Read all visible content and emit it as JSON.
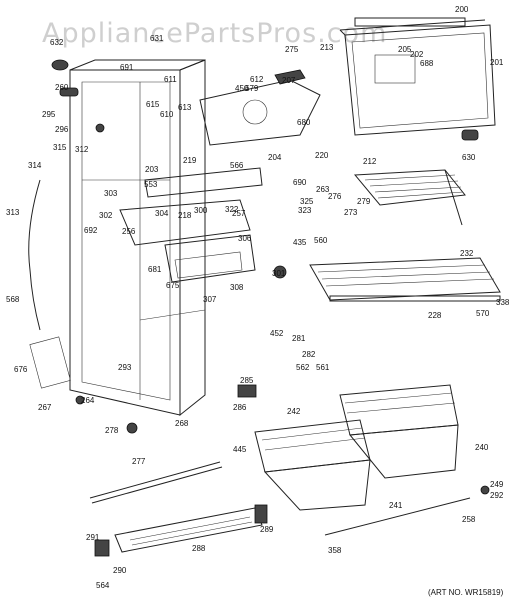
{
  "diagram": {
    "watermark": "AppliancePartsPros.com",
    "art_number": "(ART NO. WR15819)",
    "callouts": [
      "200",
      "201",
      "202",
      "203",
      "204",
      "205",
      "207",
      "212",
      "213",
      "218",
      "219",
      "220",
      "228",
      "232",
      "240",
      "241",
      "242",
      "249",
      "256",
      "257",
      "258",
      "260",
      "263",
      "264",
      "267",
      "268",
      "273",
      "275",
      "276",
      "277",
      "278",
      "279",
      "281",
      "282",
      "285",
      "286",
      "288",
      "289",
      "290",
      "291",
      "292",
      "293",
      "295",
      "296",
      "300",
      "301",
      "302",
      "303",
      "304",
      "306",
      "307",
      "308",
      "312",
      "313",
      "314",
      "315",
      "322",
      "323",
      "325",
      "338",
      "358",
      "435",
      "445",
      "450",
      "452",
      "553",
      "560",
      "561",
      "562",
      "564",
      "566",
      "568",
      "570",
      "610",
      "611",
      "612",
      "613",
      "615",
      "630",
      "631",
      "632",
      "675",
      "676",
      "679",
      "680",
      "681",
      "688",
      "690",
      "691",
      "692"
    ]
  }
}
